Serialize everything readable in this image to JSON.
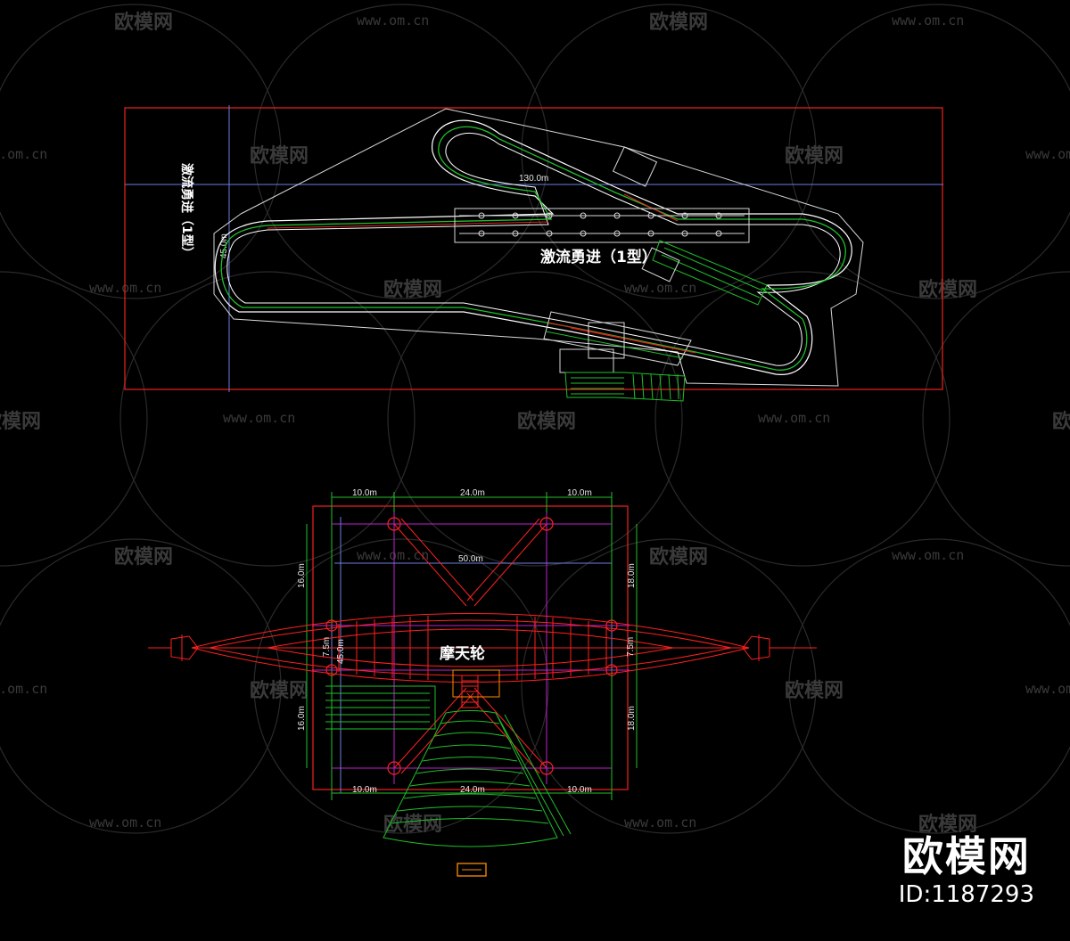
{
  "watermark": {
    "brand": "欧模网",
    "url": "www.om.cn"
  },
  "top_plan": {
    "title_main": "激流勇进（1型）",
    "title_vertical": "激流勇进（1型）",
    "dim_length": "130.0m",
    "dim_width": "45.0m"
  },
  "bottom_plan": {
    "title": "摩天轮",
    "dim_top_left": "10.0m",
    "dim_top_mid": "24.0m",
    "dim_top_right": "10.0m",
    "dim_overall": "50.0m",
    "dim_bottom_left": "10.0m",
    "dim_bottom_mid": "24.0m",
    "dim_bottom_right": "10.0m",
    "dim_left_upper": "16.0m",
    "dim_left_lower": "16.0m",
    "dim_left_inner": "7.5m",
    "dim_left_inner2": "45.0m",
    "dim_right_upper": "18.0m",
    "dim_right_lower": "18.0m",
    "dim_right_inner": "7.5m"
  },
  "brand_badge": {
    "name": "欧模网",
    "id": "ID:1187293"
  },
  "colors": {
    "background": "#000000",
    "frame_red": "#e0201c",
    "track_white": "#ffffff",
    "track_green": "#1fbf2a",
    "dim_blue": "#6d7fe0",
    "magenta": "#c21fd0",
    "wheel_red": "#ff2020",
    "orange": "#ff8c00"
  }
}
